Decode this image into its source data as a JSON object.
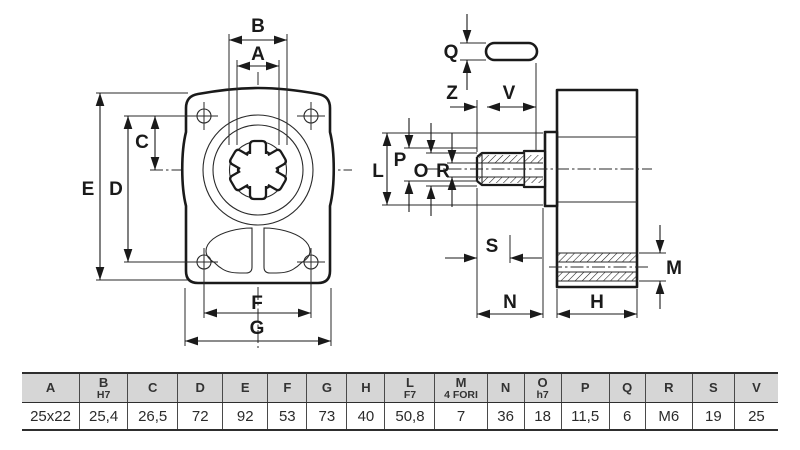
{
  "drawing": {
    "front_view": {
      "labels": {
        "A": "A",
        "B": "B",
        "C": "C",
        "D": "D",
        "E": "E",
        "F": "F",
        "G": "G"
      }
    },
    "side_view": {
      "labels": {
        "L": "L",
        "P": "P",
        "O": "O",
        "R": "R",
        "Q": "Q",
        "Z": "Z",
        "V": "V",
        "S": "S",
        "N": "N",
        "H": "H",
        "M": "M"
      }
    }
  },
  "table": {
    "columns": [
      {
        "label": "A",
        "sub": "",
        "value": "25x22"
      },
      {
        "label": "B",
        "sub": "H7",
        "value": "25,4"
      },
      {
        "label": "C",
        "sub": "",
        "value": "26,5"
      },
      {
        "label": "D",
        "sub": "",
        "value": "72"
      },
      {
        "label": "E",
        "sub": "",
        "value": "92"
      },
      {
        "label": "F",
        "sub": "",
        "value": "53"
      },
      {
        "label": "G",
        "sub": "",
        "value": "73"
      },
      {
        "label": "H",
        "sub": "",
        "value": "40"
      },
      {
        "label": "L",
        "sub": "F7",
        "value": "50,8"
      },
      {
        "label": "M",
        "sub": "4 FORI",
        "value": "7"
      },
      {
        "label": "N",
        "sub": "",
        "value": "36"
      },
      {
        "label": "O",
        "sub": "h7",
        "value": "18"
      },
      {
        "label": "P",
        "sub": "",
        "value": "11,5"
      },
      {
        "label": "Q",
        "sub": "",
        "value": "6"
      },
      {
        "label": "R",
        "sub": "",
        "value": "M6"
      },
      {
        "label": "S",
        "sub": "",
        "value": "19"
      },
      {
        "label": "V",
        "sub": "",
        "value": "25"
      }
    ]
  },
  "colors": {
    "line": "#1a1a1a",
    "table_header_bg": "#d6d6d6",
    "table_border": "#2e2e2e"
  }
}
